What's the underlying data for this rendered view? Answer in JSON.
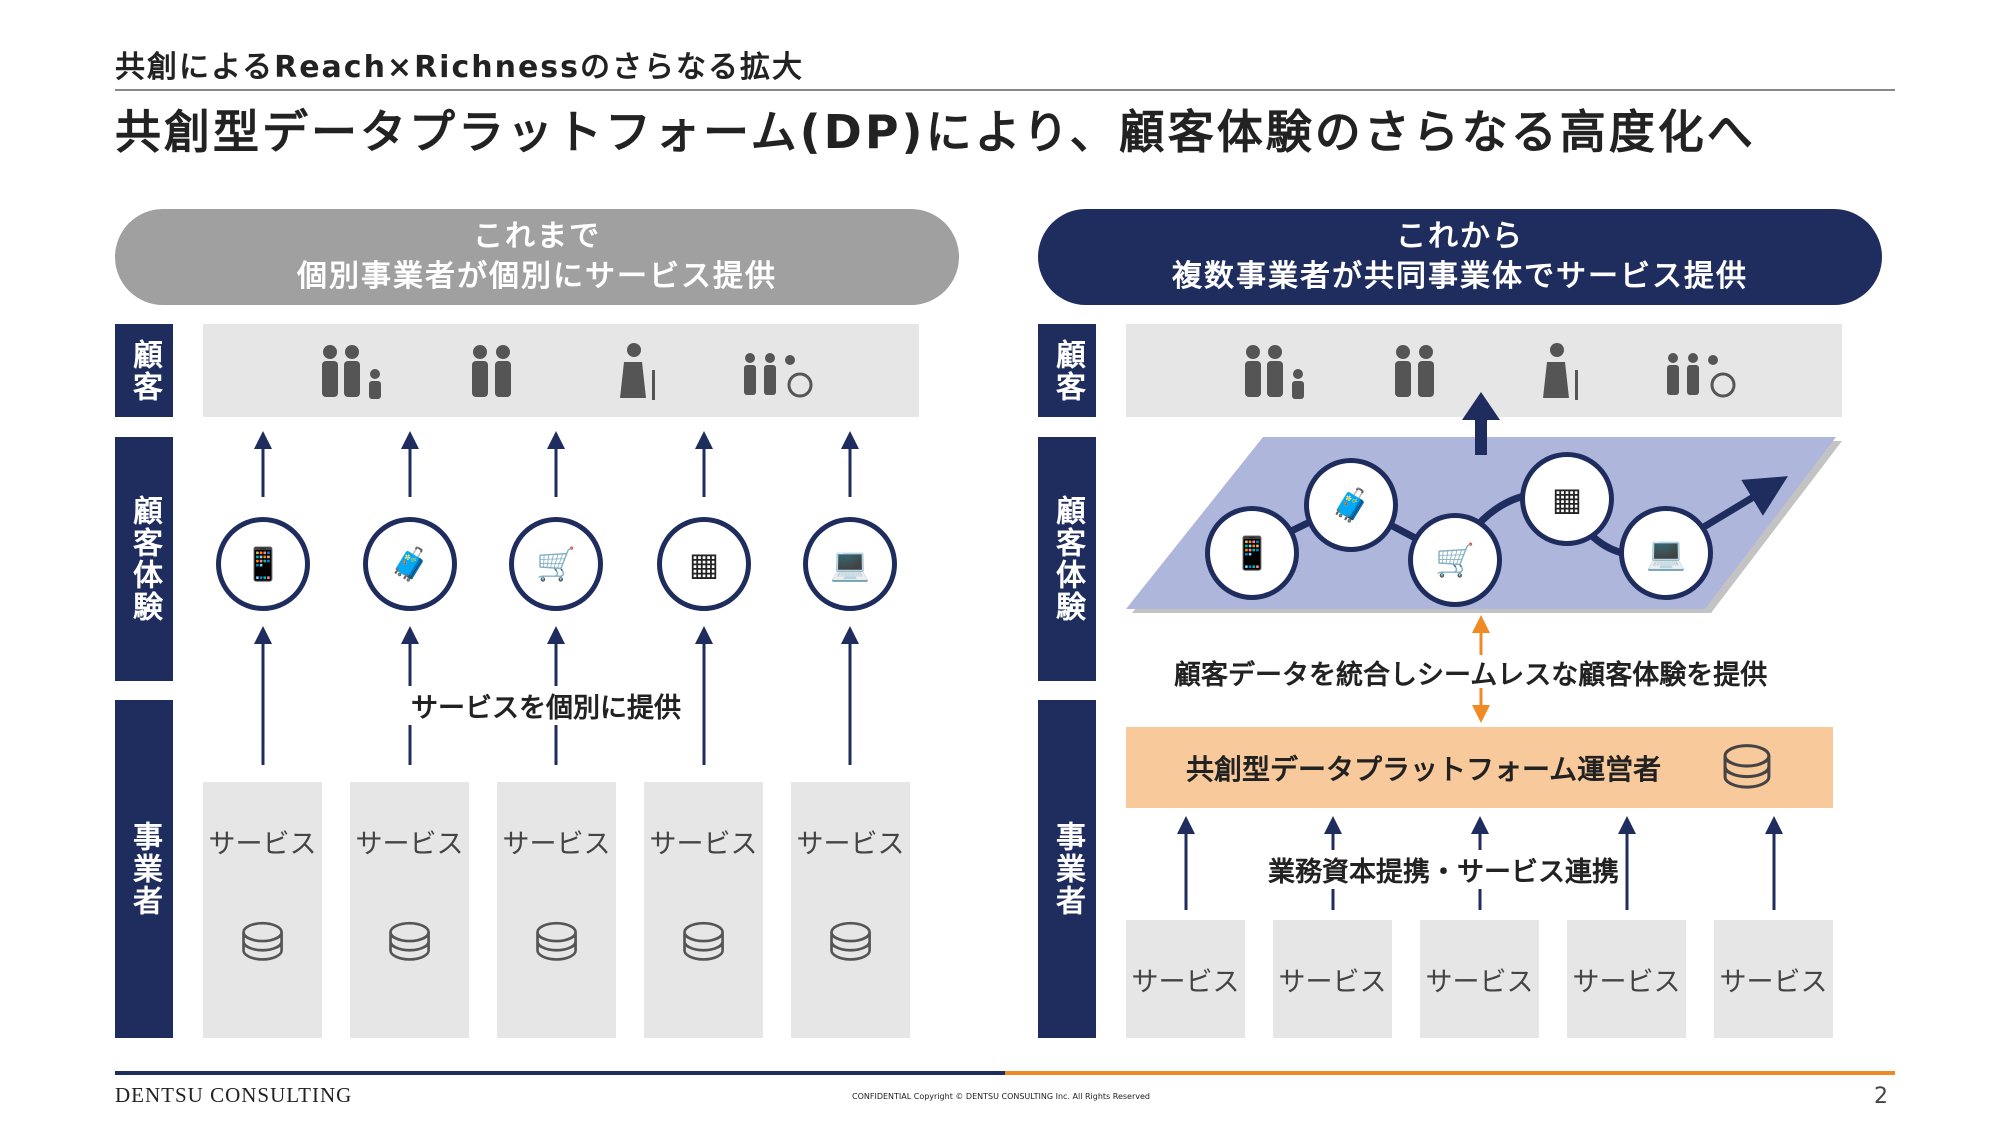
{
  "header": {
    "subtitle": "共創によるReach×Richnessのさらなる拡大",
    "title": "共創型データプラットフォーム(DP)により、顧客体験のさらなる高度化へ"
  },
  "left": {
    "pill_line1": "これまで",
    "pill_line2": "個別事業者が個別にサービス提供",
    "middle_text": "サービスを個別に提供",
    "services": [
      "サービス",
      "サービス",
      "サービス",
      "サービス",
      "サービス"
    ]
  },
  "right": {
    "pill_line1": "これから",
    "pill_line2": "複数事業者が共同事業体でサービス提供",
    "data_text": "顧客データを統合しシームレスな顧客体験を提供",
    "platform_label": "共創型データプラットフォーム運営者",
    "alliance_text": "業務資本提携・サービス連携",
    "services": [
      "サービス",
      "サービス",
      "サービス",
      "サービス",
      "サービス"
    ]
  },
  "row_labels": {
    "customer": "顧客",
    "experience": "顧客体験",
    "business": "事業者"
  },
  "footer": {
    "brand": "DENTSU CONSULTING",
    "copyright": "CONFIDENTIAL Copyright © DENTSU CONSULTING Inc. All Rights Reserved",
    "page": "2"
  },
  "colors": {
    "navy": "#1f2d5e",
    "gray": "#a0a0a0",
    "orange": "#f08a24",
    "platform": "#f8c99b",
    "plane": "#aeb6dc"
  }
}
